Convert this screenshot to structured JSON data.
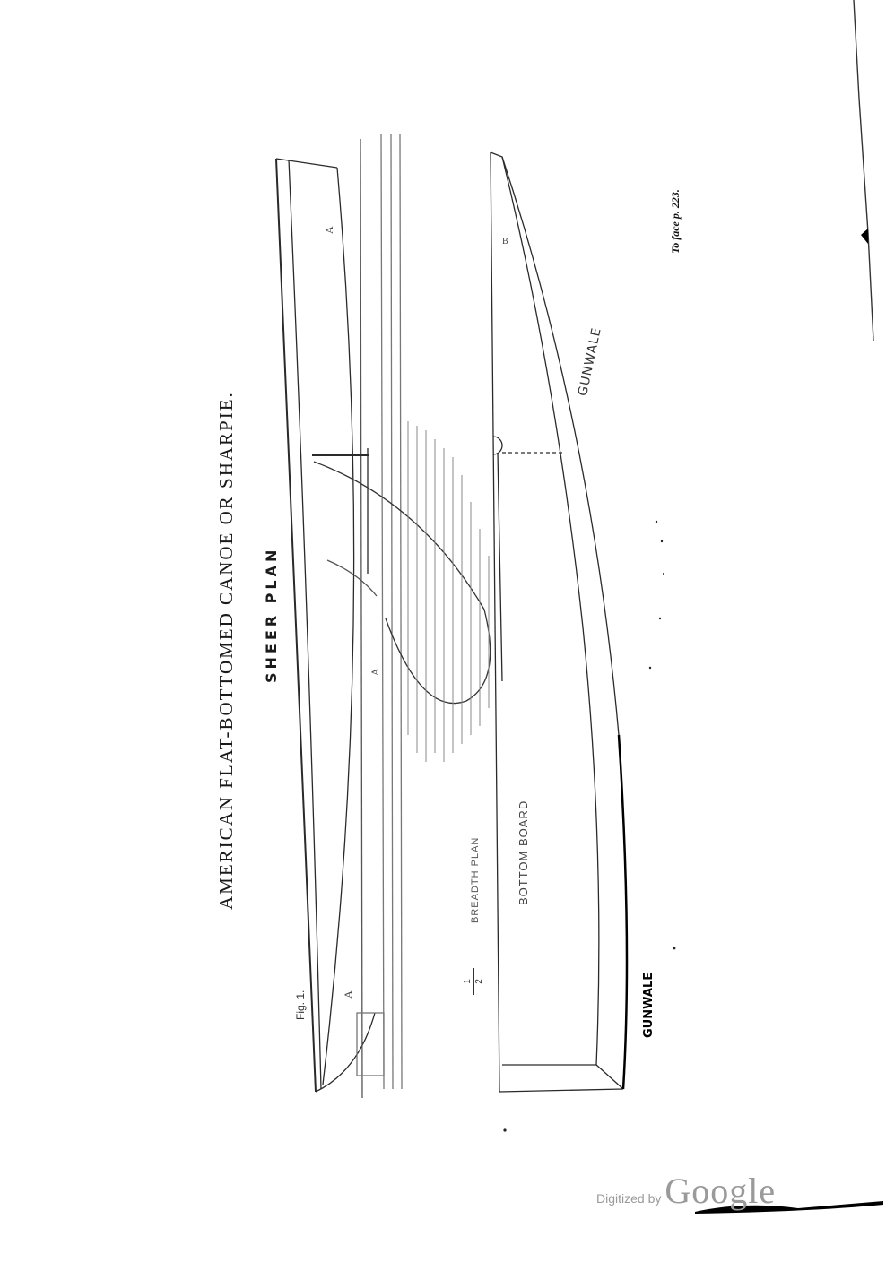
{
  "plate": {
    "title": "AMERICAN FLAT-BOTTOMED CANOE OR SHARPIE.",
    "figure_label": "Fig. 1.",
    "caption": "To face p. 223."
  },
  "labels": {
    "sheer_plan": "SHEER PLAN",
    "breadth_plan": "BREADTH PLAN",
    "bottom_board": "BOTTOM BOARD",
    "gunwale_upper": "GUNWALE",
    "gunwale_lower": "GUNWALE",
    "scale_numerator": "1",
    "scale_denominator": "2",
    "station_marks": [
      "A",
      "A",
      "A",
      "B"
    ]
  },
  "watermark": {
    "prefix": "Digitized by",
    "brand": "Google"
  },
  "colors": {
    "paper": "#ffffff",
    "ink": "#1a1a1a",
    "hatching": "#8a8a8a",
    "watermark": "#9a9a9a"
  }
}
